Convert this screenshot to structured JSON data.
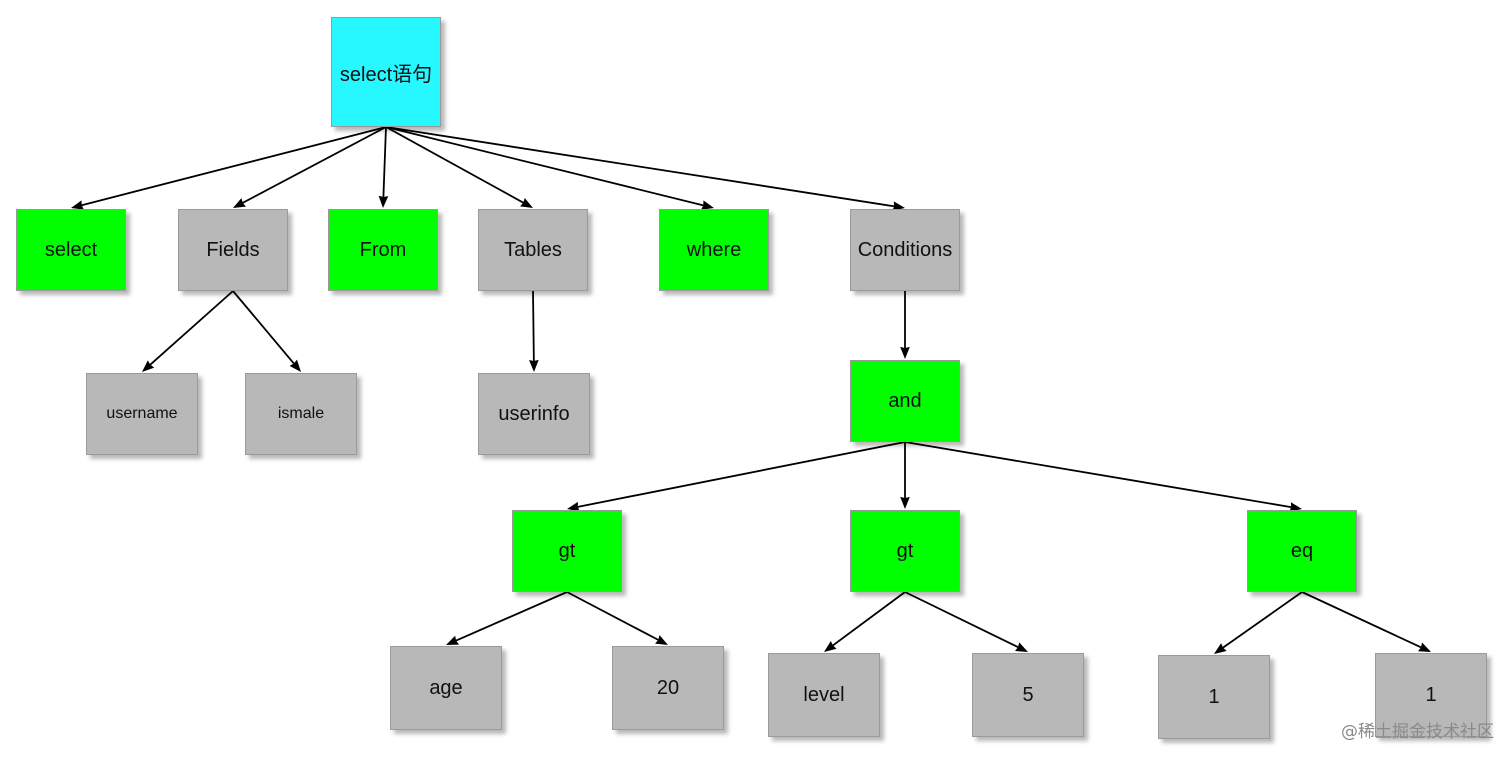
{
  "diagram": {
    "colors": {
      "root": "#27f7ff",
      "keyword": "#00ff00",
      "value": "#b8b8b8",
      "edge": "#000000"
    },
    "nodes": {
      "root": {
        "label": "select语句",
        "kind": "root"
      },
      "select": {
        "label": "select",
        "kind": "keyword"
      },
      "fields": {
        "label": "Fields",
        "kind": "value"
      },
      "from": {
        "label": "From",
        "kind": "keyword"
      },
      "tables": {
        "label": "Tables",
        "kind": "value"
      },
      "where": {
        "label": "where",
        "kind": "keyword"
      },
      "conditions": {
        "label": "Conditions",
        "kind": "value"
      },
      "username": {
        "label": "username",
        "kind": "value"
      },
      "ismale": {
        "label": "ismale",
        "kind": "value"
      },
      "userinfo": {
        "label": "userinfo",
        "kind": "value"
      },
      "and": {
        "label": "and",
        "kind": "keyword"
      },
      "gt1": {
        "label": "gt",
        "kind": "keyword"
      },
      "gt2": {
        "label": "gt",
        "kind": "keyword"
      },
      "eq": {
        "label": "eq",
        "kind": "keyword"
      },
      "age": {
        "label": "age",
        "kind": "value"
      },
      "v20": {
        "label": "20",
        "kind": "value"
      },
      "level": {
        "label": "level",
        "kind": "value"
      },
      "v5": {
        "label": "5",
        "kind": "value"
      },
      "one_a": {
        "label": "1",
        "kind": "value"
      },
      "one_b": {
        "label": "1",
        "kind": "value"
      }
    },
    "edges": [
      [
        "root",
        "select"
      ],
      [
        "root",
        "fields"
      ],
      [
        "root",
        "from"
      ],
      [
        "root",
        "tables"
      ],
      [
        "root",
        "where"
      ],
      [
        "root",
        "conditions"
      ],
      [
        "fields",
        "username"
      ],
      [
        "fields",
        "ismale"
      ],
      [
        "tables",
        "userinfo"
      ],
      [
        "conditions",
        "and"
      ],
      [
        "and",
        "gt1"
      ],
      [
        "and",
        "gt2"
      ],
      [
        "and",
        "eq"
      ],
      [
        "gt1",
        "age"
      ],
      [
        "gt1",
        "v20"
      ],
      [
        "gt2",
        "level"
      ],
      [
        "gt2",
        "v5"
      ],
      [
        "eq",
        "one_a"
      ],
      [
        "eq",
        "one_b"
      ]
    ]
  },
  "watermark": "@稀土掘金技术社区"
}
